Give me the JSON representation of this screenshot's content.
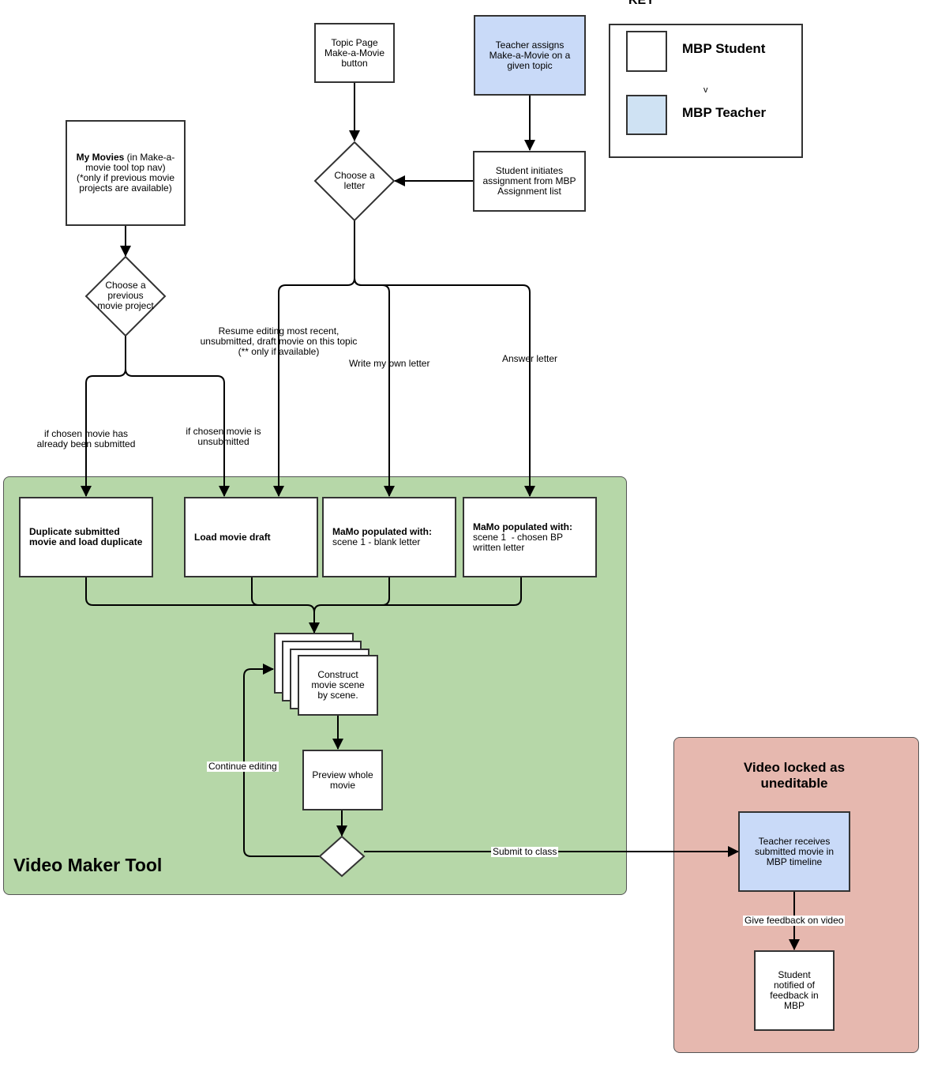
{
  "key": {
    "title": "KEY",
    "student_label": "MBP Student",
    "teacher_label": "MBP Teacher",
    "separator": "v",
    "colors": {
      "student": "#ffffff",
      "teacher": "#cfe2f3"
    }
  },
  "regions": {
    "video_maker": {
      "title": "Video Maker Tool",
      "color": "#b6d7a8"
    },
    "locked": {
      "title": "Video locked as uneditable",
      "color": "#e6b8af"
    }
  },
  "nodes": {
    "topic_page": "Topic Page Make-a-Movie button",
    "teacher_assigns": "Teacher assigns Make-a-Movie on a given topic",
    "student_initiates": "Student initiates assignment from MBP Assignment list",
    "choose_letter": "Choose a letter",
    "my_movies_bold": "My Movies",
    "my_movies_rest": " (in Make-a-movie tool top nav) (*only if previous movie projects are available)",
    "choose_previous": "Choose a previous movie project",
    "duplicate": "Duplicate submitted movie and load duplicate",
    "load_draft": "Load movie draft",
    "mamo_blank_bold": "MaMo populated with:",
    "mamo_blank_rest": "scene 1 - blank letter",
    "mamo_chosen_bold": "MaMo populated with:",
    "mamo_chosen_rest": "scene 1  - chosen BP written letter",
    "construct": "Construct movie scene by scene.",
    "preview": "Preview whole movie",
    "teacher_receives": "Teacher receives submitted movie in MBP timeline",
    "student_notified": "Student notified of feedback in MBP"
  },
  "edges": {
    "resume": "Resume editing most recent, unsubmitted, draft movie on this topic (** only if available)",
    "write_own": "Write my own letter",
    "answer": "Answer letter",
    "submitted": "if chosen movie has already been submitted",
    "unsubmitted": "if chosen movie is unsubmitted",
    "continue_editing": "Continue editing",
    "submit_to_class": "Submit to class",
    "give_feedback": "Give feedback on video"
  },
  "colors": {
    "teacher_fill": "#c9daf8",
    "green_region": "#b6d7a8",
    "red_region": "#e6b8af",
    "stroke": "#000000"
  }
}
